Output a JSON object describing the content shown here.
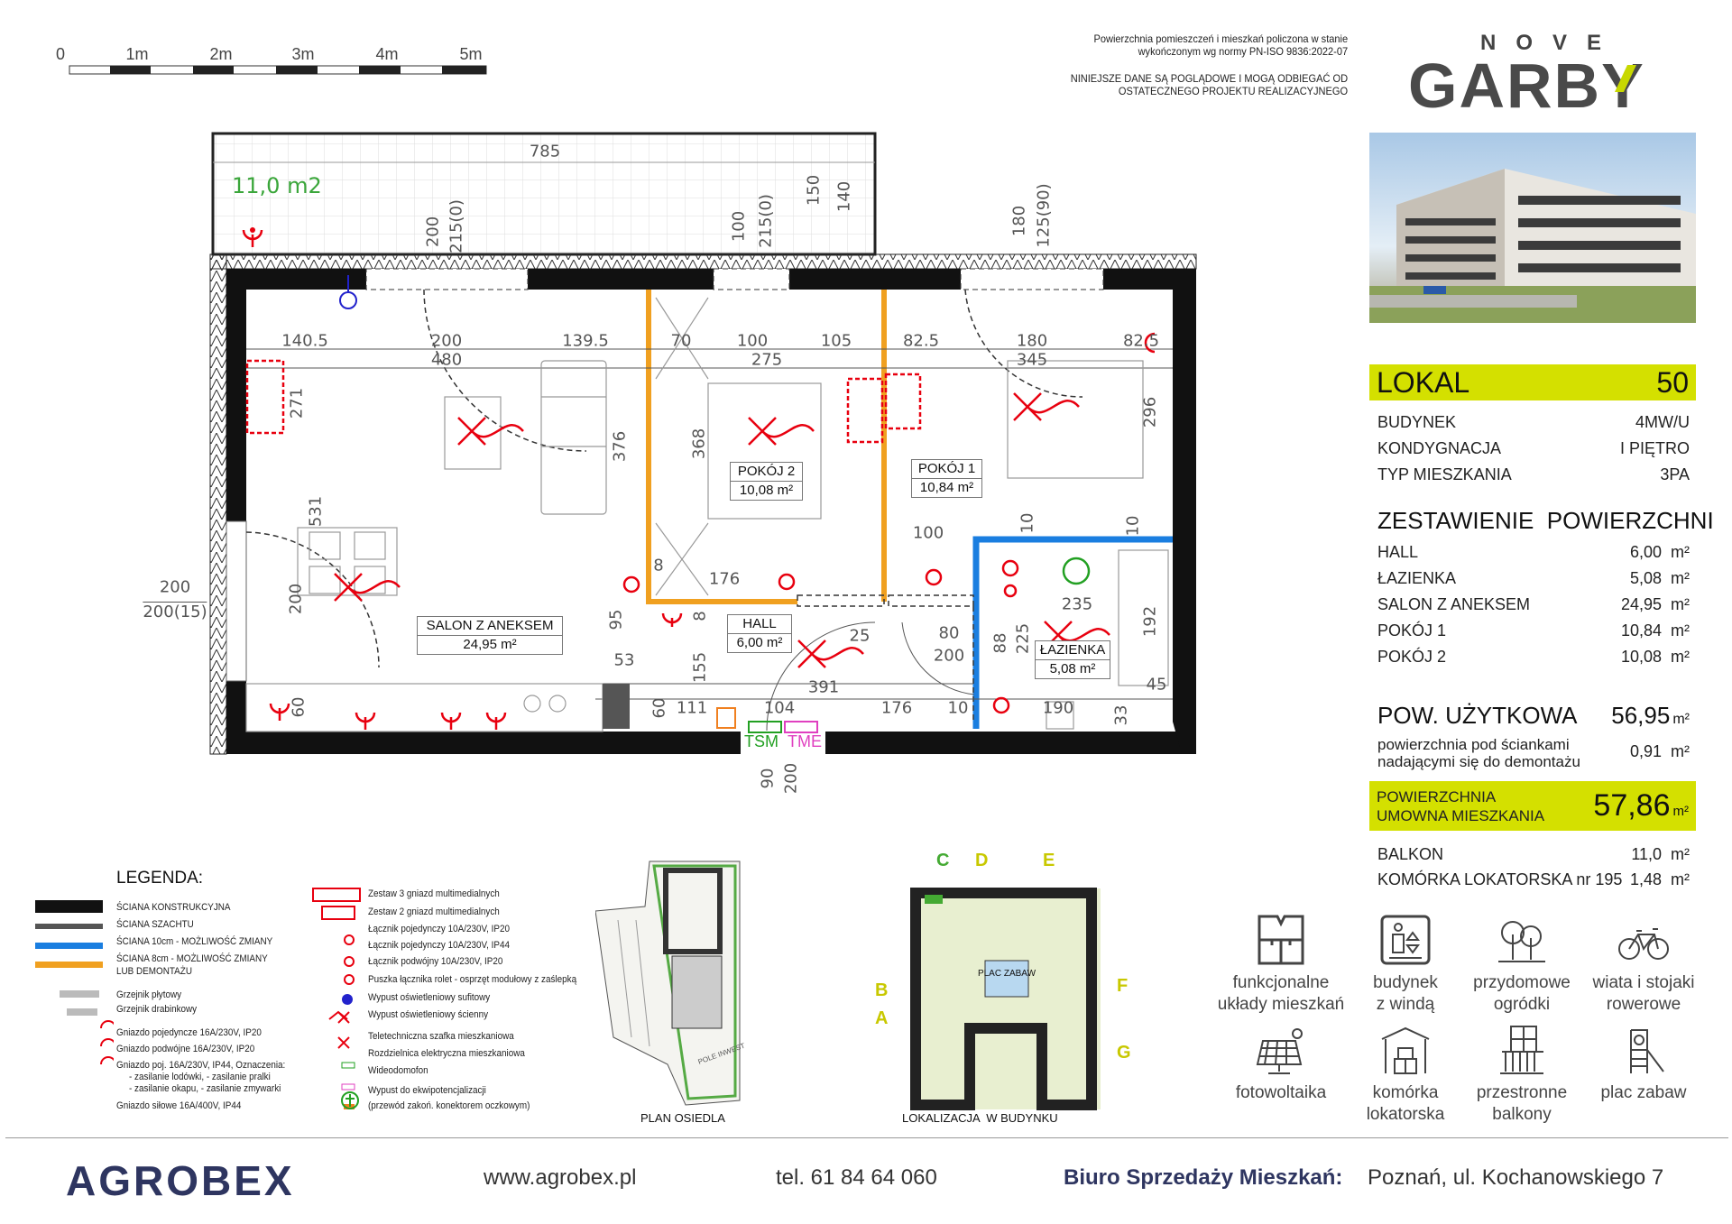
{
  "header": {
    "note_line1": "Powierzchnia pomieszczeń i mieszkań policzona w stanie",
    "note_line2": "wykończonym wg normy PN-ISO 9836:2022-07",
    "disclaimer_line1": "NINIEJSZE DANE SĄ POGLĄDOWE I MOGĄ ODBIEGAĆ OD",
    "disclaimer_line2": "OSTATECZNEGO PROJEKTU REALIZACYJNEGO",
    "logo_top": "NOVE",
    "logo_main": "GARBY"
  },
  "scale_bar": {
    "labels": [
      "0",
      "1m",
      "2m",
      "3m",
      "4m",
      "5m"
    ]
  },
  "plan": {
    "balcony_area": "11,0 m2",
    "rooms": [
      {
        "name": "SALON Z ANEKSEM",
        "area": "24,95 m²"
      },
      {
        "name": "POKÓJ 2",
        "area": "10,08 m²"
      },
      {
        "name": "POKÓJ 1",
        "area": "10,84 m²"
      },
      {
        "name": "HALL",
        "area": "6,00 m²"
      },
      {
        "name": "ŁAZIENKA",
        "area": "5,08 m²"
      }
    ],
    "tsm": "TSM",
    "tme": "TME",
    "dimensions": [
      "785",
      "200",
      "215(0)",
      "100",
      "215(0)",
      "150",
      "140",
      "180",
      "125(90)",
      "140.5",
      "200",
      "480",
      "139.5",
      "70",
      "100",
      "105",
      "275",
      "82.5",
      "180",
      "345",
      "82.5",
      "271",
      "376",
      "368",
      "296",
      "531",
      "200",
      "200",
      "200(15)",
      "95",
      "53",
      "155",
      "8",
      "176",
      "8",
      "60",
      "60",
      "111",
      "104",
      "391",
      "176",
      "10",
      "25",
      "80",
      "200",
      "88",
      "225",
      "235",
      "192",
      "45",
      "190",
      "33",
      "100",
      "10",
      "10",
      "90",
      "200"
    ]
  },
  "panel": {
    "lokal_label": "LOKAL",
    "lokal_number": "50",
    "info": [
      {
        "label": "BUDYNEK",
        "value": "4MW/U"
      },
      {
        "label": "KONDYGNACJA",
        "value": "I PIĘTRO"
      },
      {
        "label": "TYP MIESZKANIA",
        "value": "3PA"
      }
    ],
    "summary_title": "ZESTAWIENIE  POWIERZCHNI",
    "areas": [
      {
        "label": "HALL",
        "value": "6,00  m²"
      },
      {
        "label": "ŁAZIENKA",
        "value": "5,08  m²"
      },
      {
        "label": "SALON Z ANEKSEM",
        "value": "24,95  m²"
      },
      {
        "label": "POKÓJ 1",
        "value": "10,84  m²"
      },
      {
        "label": "POKÓJ 2",
        "value": "10,08  m²"
      }
    ],
    "usable_label": "POW. UŻYTKOWA",
    "usable_value": "56,95",
    "unit": "m²",
    "removable_line1": "powierzchnia pod ściankami",
    "removable_line2": "nadającymi się do demontażu",
    "removable_value": "0,91  m²",
    "contract_line1": "POWIERZCHNIA",
    "contract_line2": "UMOWNA MIESZKANIA",
    "contract_value": "57,86",
    "extras": [
      {
        "label": "BALKON",
        "value": "11,0  m²"
      },
      {
        "label": "KOMÓRKA LOKATORSKA nr 195",
        "value": "1,48  m²"
      }
    ]
  },
  "features": [
    {
      "icon": "floorplan-icon",
      "line1": "funkcjonalne",
      "line2": "układy mieszkań"
    },
    {
      "icon": "elevator-icon",
      "line1": "budynek",
      "line2": "z windą"
    },
    {
      "icon": "trees-icon",
      "line1": "przydomowe",
      "line2": "ogródki"
    },
    {
      "icon": "bicycle-icon",
      "line1": "wiata i stojaki",
      "line2": "rowerowe"
    },
    {
      "icon": "solar-panel-icon",
      "line1": "fotowoltaika",
      "line2": ""
    },
    {
      "icon": "storage-icon",
      "line1": "komórka",
      "line2": "lokatorska"
    },
    {
      "icon": "balcony-icon",
      "line1": "przestronne",
      "line2": "balkony"
    },
    {
      "icon": "playground-icon",
      "line1": "plac zabaw",
      "line2": ""
    }
  ],
  "legend": {
    "title": "LEGENDA:",
    "col1": [
      "ŚCIANA KONSTRUKCYJNA",
      "ŚCIANA SZACHTU",
      "ŚCIANA 10cm - MOŻLIWOŚĆ ZMIANY",
      "ŚCIANA 8cm - MOŻLIWOŚĆ ZMIANY",
      "LUB DEMONTAŻU",
      "Grzejnik płytowy",
      "Grzejnik drabinkowy",
      "Gniazdo pojedyncze 16A/230V, IP20",
      "Gniazdo podwójne 16A/230V, IP20",
      "Gniazdo poj. 16A/230V, IP44, Oznaczenia:",
      "- zasilanie lodówki,   - zasilanie pralki",
      "- zasilanie okapu,   - zasilanie zmywarki",
      "Gniazdo siłowe 16A/400V, IP44"
    ],
    "col2": [
      "Zestaw 3 gniazd multimedialnych",
      "Zestaw 2 gniazd multimedialnych",
      "Łącznik pojedynczy 10A/230V, IP20",
      "Łącznik pojedynczy 10A/230V, IP44",
      "Łącznik podwójny 10A/230V, IP20",
      "Puszka łącznika rolet - osprzęt modułowy z zaślepką",
      "Wypust oświetleniowy sufitowy",
      "Wypust oświetleniowy ścienny",
      "Teletechniczna szafka mieszkaniowa",
      "Rozdzielnica elektryczna mieszkaniowa",
      "Wideodomofon",
      "Wypust do ekwipotencjalizacji",
      "(przewód zakoń. konektorem oczkowym)"
    ]
  },
  "site_plan": {
    "label": "PLAN OSIEDLA",
    "field_label": "POLE INWESTYCYJNE"
  },
  "building_plan": {
    "label": "LOKALIZACJA  W BUDYNKU",
    "playground": "PLAC ZABAW",
    "markers": [
      "C",
      "D",
      "E",
      "B",
      "A",
      "F",
      "G"
    ]
  },
  "footer": {
    "company": "AGROBEX",
    "website": "www.agrobex.pl",
    "phone": "tel. 61 84 64 060",
    "office_label": "Biuro Sprzedaży Mieszkań:",
    "office_address": "Poznań, ul. Kochanowskiego 7"
  },
  "colors": {
    "accent": "#d4e000",
    "wall_orange": "#f0a020",
    "wall_blue": "#1a7ee0",
    "electrical": "#e8000f",
    "balcony_text": "#3aa63a"
  }
}
